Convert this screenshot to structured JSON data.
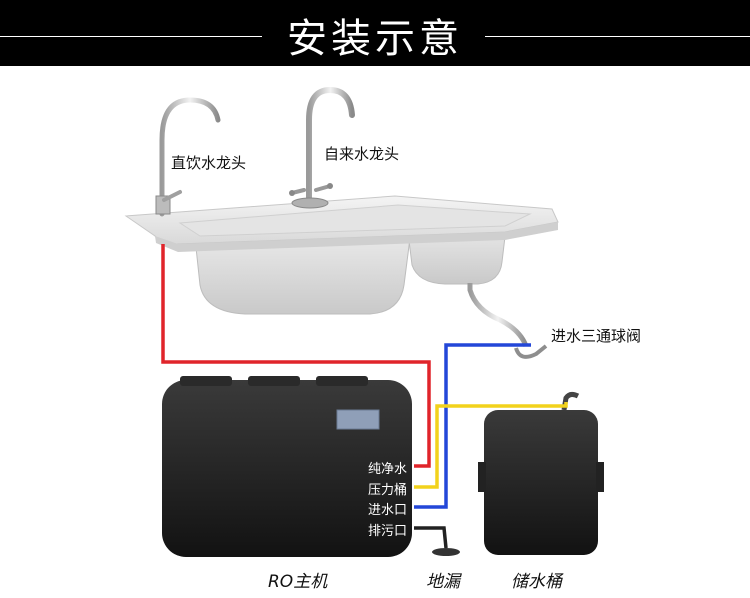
{
  "header": {
    "title": "安装示意"
  },
  "labels": {
    "drinking_faucet": "直饮水龙头",
    "tap_faucet": "自来水龙头",
    "inlet_valve": "进水三通球阀"
  },
  "ports": {
    "pure_water": "纯净水",
    "pressure_tank": "压力桶",
    "water_inlet": "进水口",
    "drain": "排污口"
  },
  "bottom": {
    "ro_unit": "RO主机",
    "floor_drain": "地漏",
    "storage_tank": "储水桶"
  },
  "colors": {
    "pure_water_line": "#e0242a",
    "pressure_line": "#f2d21c",
    "inlet_line": "#2347d8",
    "drain_line": "#222222"
  }
}
